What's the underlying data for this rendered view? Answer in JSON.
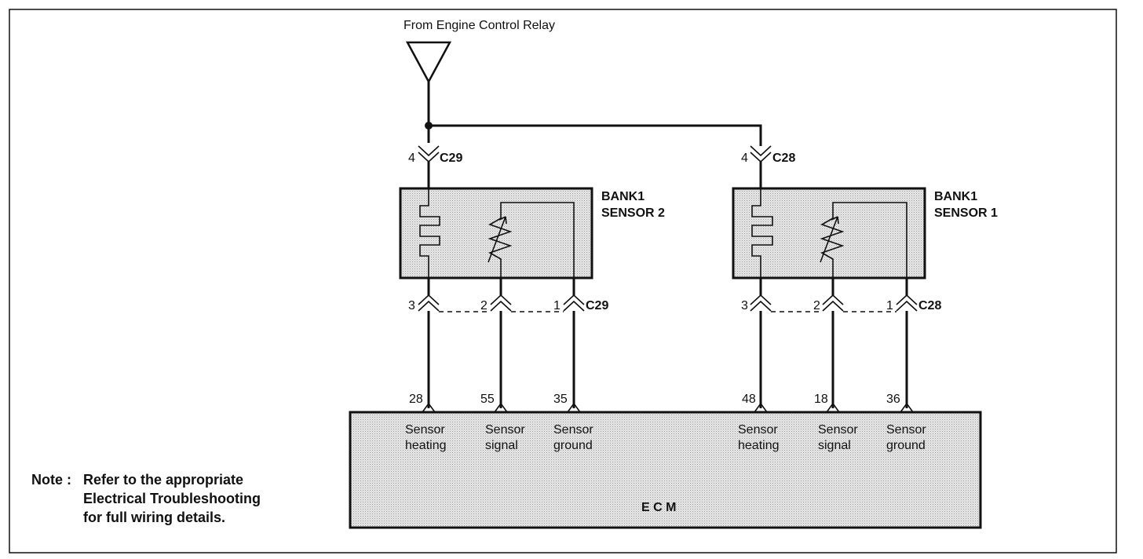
{
  "source_label": "From Engine Control Relay",
  "top_connectors": {
    "left": {
      "pin": "4",
      "name": "C29"
    },
    "right": {
      "pin": "4",
      "name": "C28"
    }
  },
  "sensors": [
    {
      "line1": "BANK1",
      "line2": "SENSOR 2",
      "connector": "C29",
      "pins": [
        "3",
        "2",
        "1"
      ]
    },
    {
      "line1": "BANK1",
      "line2": "SENSOR 1",
      "connector": "C28",
      "pins": [
        "3",
        "2",
        "1"
      ]
    }
  ],
  "ecm": {
    "name": "E C M",
    "terminals": [
      {
        "pin": "28",
        "line1": "Sensor",
        "line2": "heating"
      },
      {
        "pin": "55",
        "line1": "Sensor",
        "line2": "signal"
      },
      {
        "pin": "35",
        "line1": "Sensor",
        "line2": "ground"
      },
      {
        "pin": "48",
        "line1": "Sensor",
        "line2": "heating"
      },
      {
        "pin": "18",
        "line1": "Sensor",
        "line2": "signal"
      },
      {
        "pin": "36",
        "line1": "Sensor",
        "line2": "ground"
      }
    ]
  },
  "note": {
    "prefix": "Note :",
    "line1": "Refer to the appropriate",
    "line2": "Electrical Troubleshooting",
    "line3": "for full wiring details."
  }
}
